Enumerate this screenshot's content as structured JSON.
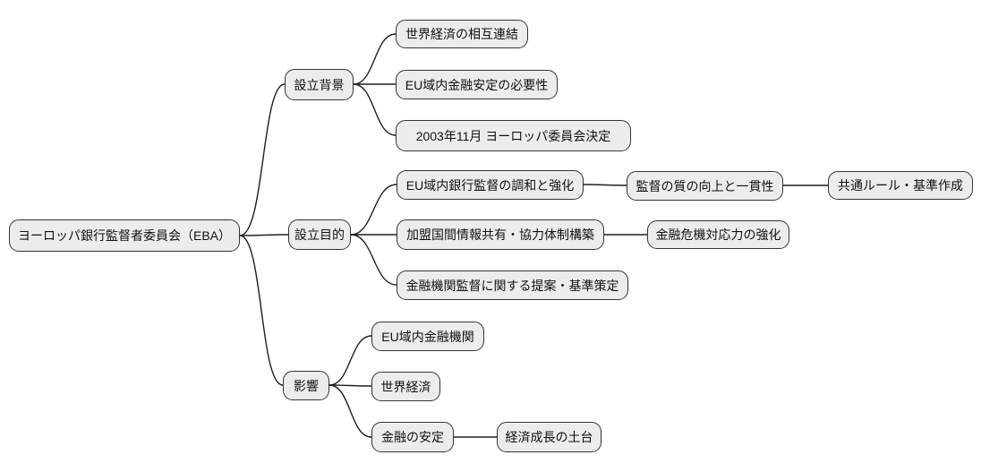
{
  "diagram": {
    "type": "mindmap",
    "direction": "left-to-right",
    "colors": {
      "background": "#ffffff",
      "node_fill": "#ececec",
      "node_border": "#333333",
      "edge": "#1f1f1f",
      "text": "#111111"
    },
    "root": {
      "label": "ヨーロッパ銀行監督者委員会（EBA）"
    },
    "branches": [
      {
        "label": "設立背景",
        "children": [
          {
            "label": "世界経済の相互連結"
          },
          {
            "label": "EU域内金融安定の必要性"
          },
          {
            "label": "2003年11月 ヨーロッパ委員会決定"
          }
        ]
      },
      {
        "label": "設立目的",
        "children": [
          {
            "label": "EU域内銀行監督の調和と強化",
            "children": [
              {
                "label": "監督の質の向上と一貫性",
                "children": [
                  {
                    "label": "共通ルール・基準作成"
                  }
                ]
              }
            ]
          },
          {
            "label": "加盟国間情報共有・協力体制構築",
            "children": [
              {
                "label": "金融危機対応力の強化"
              }
            ]
          },
          {
            "label": "金融機関監督に関する提案・基準策定"
          }
        ]
      },
      {
        "label": "影響",
        "children": [
          {
            "label": "EU域内金融機関"
          },
          {
            "label": "世界経済"
          },
          {
            "label": "金融の安定",
            "children": [
              {
                "label": "経済成長の土台"
              }
            ]
          }
        ]
      }
    ]
  }
}
